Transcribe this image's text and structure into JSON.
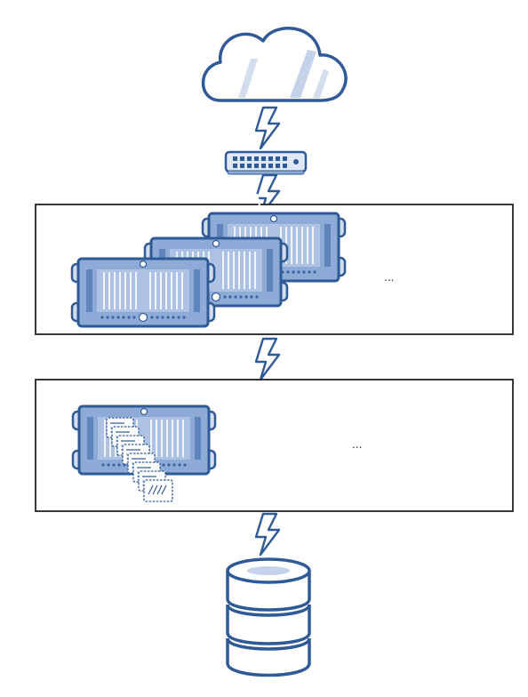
{
  "diagram": {
    "nodes": [
      {
        "id": "cloud",
        "icon": "cloud-icon"
      },
      {
        "id": "switch",
        "icon": "network-switch-icon"
      },
      {
        "id": "server-tier",
        "icon": "rack-server-icon",
        "count_drawn": 3,
        "more_label": "..."
      },
      {
        "id": "vm-tier",
        "icon": "virtual-machine-host-icon",
        "count_drawn": 1,
        "more_label": "..."
      },
      {
        "id": "database",
        "icon": "database-icon"
      }
    ],
    "links": [
      {
        "from": "cloud",
        "to": "switch",
        "icon": "lightning-link-icon"
      },
      {
        "from": "switch",
        "to": "server-tier",
        "icon": "lightning-link-icon"
      },
      {
        "from": "server-tier",
        "to": "vm-tier",
        "icon": "lightning-link-icon"
      },
      {
        "from": "vm-tier",
        "to": "database",
        "icon": "lightning-link-icon"
      }
    ],
    "colors": {
      "outline": "#2f5a96",
      "fill": "#8eaad6",
      "fill_light": "#d2def0",
      "box_border": "#222222"
    }
  }
}
